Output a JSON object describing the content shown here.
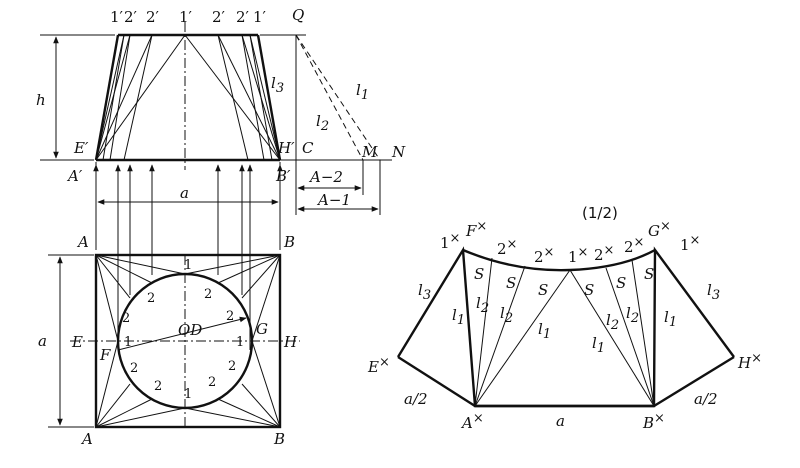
{
  "top_view_labels": {
    "tick_1p_a": "1′",
    "tick_2p_a": "2′",
    "tick_2p_b": "2′",
    "tick_1p_mid": "1′",
    "tick_2p_c": "2′",
    "tick_2p_d": "2′",
    "tick_1p_e": "1′",
    "Q": "Q",
    "h": "h",
    "l3": "l",
    "l3_sub": "3",
    "l1": "l",
    "l1_sub": "1",
    "l2": "l",
    "l2_sub": "2",
    "E_prime": "E′",
    "H_prime": "H′",
    "C": "C",
    "M": "M",
    "N": "N",
    "A_prime": "A′",
    "B_prime": "B′",
    "A_minus_2": "A−2",
    "A_minus_1": "A−1",
    "a_top": "a"
  },
  "plan_view_labels": {
    "A_top": "A",
    "B_top": "B",
    "E": "E",
    "H": "H",
    "F": "F",
    "G": "G",
    "A_bot": "A",
    "B_bot": "B",
    "a_side": "a",
    "OD": "OD",
    "one_top": "1",
    "one_left": "1",
    "one_right": "1",
    "one_bottom": "1",
    "two_tl_a": "2",
    "two_tl_b": "2",
    "two_tr_a": "2",
    "two_tr_b": "2",
    "two_bl_a": "2",
    "two_bl_b": "2",
    "two_br_a": "2",
    "two_br_b": "2"
  },
  "development_labels": {
    "scale": "(1/2)",
    "one_x_left": "1",
    "F_x": "F",
    "two_x_a": "2",
    "two_x_b": "2",
    "one_x_mid": "1",
    "two_x_c": "2",
    "two_x_d": "2",
    "G_x": "G",
    "one_x_right": "1",
    "cross": "×",
    "S1": "S",
    "S2": "S",
    "S3": "S",
    "S4": "S",
    "S5": "S",
    "S6": "S",
    "l3_left": "l",
    "l3_right": "l",
    "sub3": "3",
    "sub1": "1",
    "sub2": "2",
    "l": "l",
    "E_x": "E",
    "H_x": "H",
    "a_over_2_left": "a/2",
    "a_over_2_right": "a/2",
    "A_x": "A",
    "B_x": "B",
    "a_bottom": "a"
  }
}
